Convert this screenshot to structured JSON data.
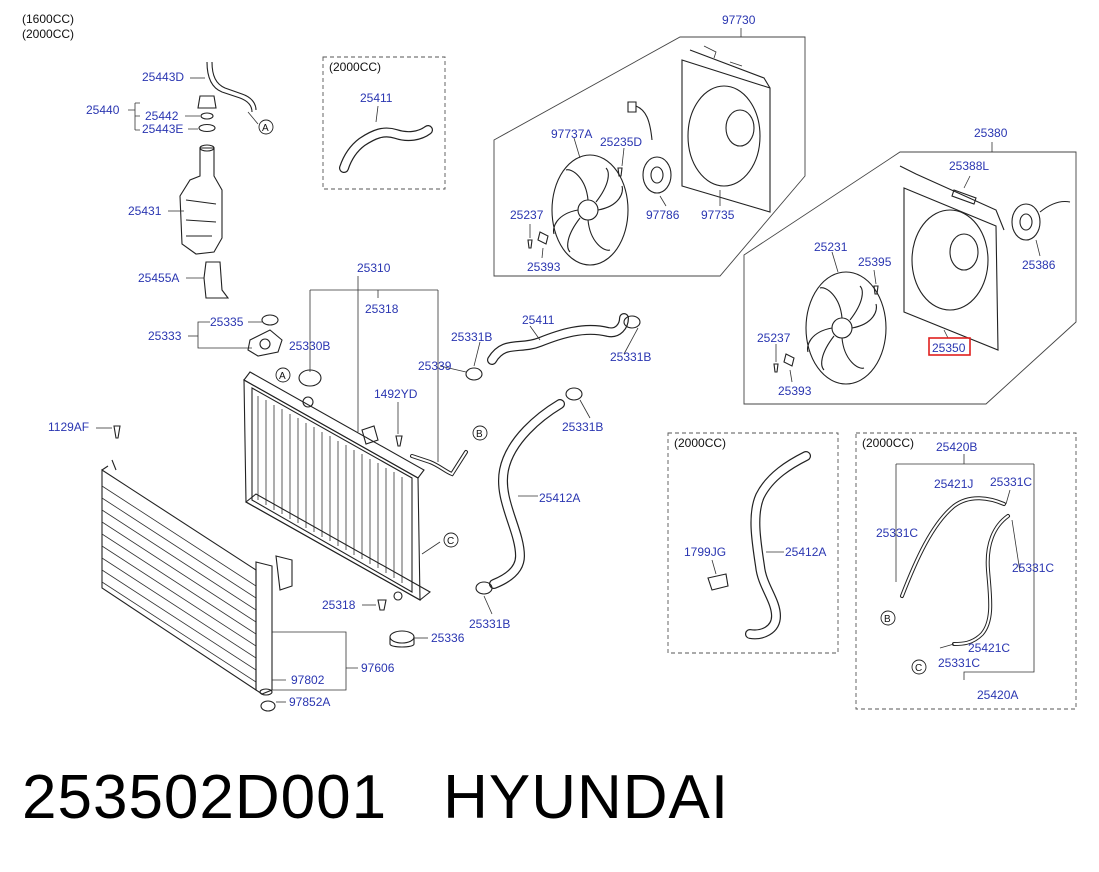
{
  "engine_notes": [
    "(1600CC)",
    "(2000CC)"
  ],
  "highlight_color": "#e0201e",
  "label_color": "#2a36b1",
  "callouts": {
    "A": "A",
    "B": "B",
    "C": "C"
  },
  "labels": {
    "p25443D": "25443D",
    "p25440": "25440",
    "p25442": "25442",
    "p25443E": "25443E",
    "p25431": "25431",
    "p25455A": "25455A",
    "p25335": "25335",
    "p25333": "25333",
    "p25330B": "25330B",
    "p1129AF": "1129AF",
    "box1_title": "(2000CC)",
    "box1_25411": "25411",
    "p97730": "97730",
    "p97737A": "97737A",
    "p25235D": "25235D",
    "p25237_a": "25237",
    "p97786": "97786",
    "p97735": "97735",
    "p25393_a": "25393",
    "p25380": "25380",
    "p25388L": "25388L",
    "p25231": "25231",
    "p25395": "25395",
    "p25386": "25386",
    "p25237_b": "25237",
    "p25350": "25350",
    "p25393_b": "25393",
    "p25310": "25310",
    "p25318_top": "25318",
    "p25331B_1": "25331B",
    "p25339": "25339",
    "p25411": "25411",
    "p25331B_2": "25331B",
    "p1492YD": "1492YD",
    "p25331B_3": "25331B",
    "p25412A": "25412A",
    "p25318_bot": "25318",
    "p25331B_4": "25331B",
    "p25336": "25336",
    "p97606": "97606",
    "p97802": "97802",
    "p97852A": "97852A",
    "box2_title": "(2000CC)",
    "box2_1799JG": "1799JG",
    "box2_25412A": "25412A",
    "box3_title": "(2000CC)",
    "box3_25420B": "25420B",
    "box3_25421J": "25421J",
    "box3_25331C_1": "25331C",
    "box3_25331C_2": "25331C",
    "box3_25331C_3": "25331C",
    "box3_25421C": "25421C",
    "box3_25331C_4": "25331C",
    "box3_25420A": "25420A"
  },
  "footer": {
    "part_number": "253502D001",
    "brand": "HYUNDAI"
  }
}
